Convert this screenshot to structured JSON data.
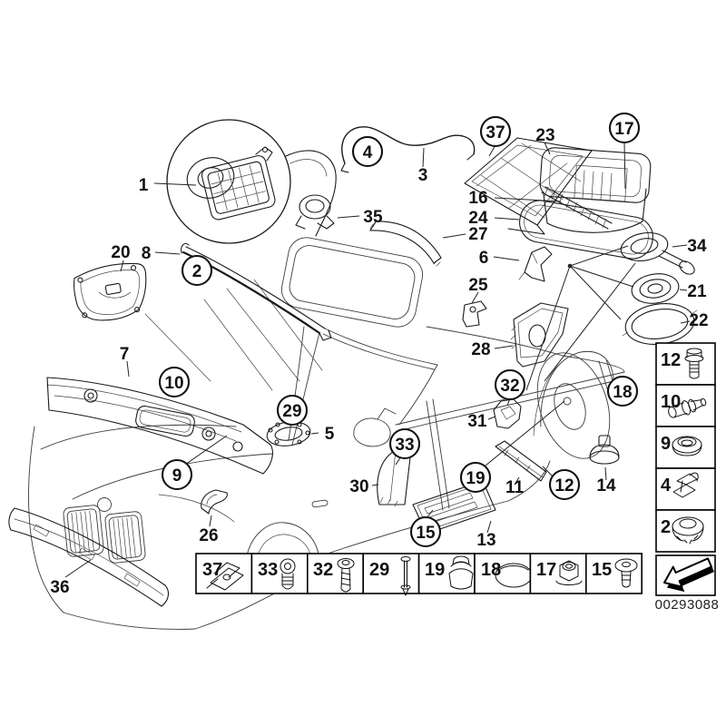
{
  "callouts": {
    "1": "1",
    "2": "2",
    "3": "3",
    "4": "4",
    "5": "5",
    "6": "6",
    "7": "7",
    "8": "8",
    "9": "9",
    "10": "10",
    "11": "11",
    "12": "12",
    "13": "13",
    "14": "14",
    "15": "15",
    "16": "16",
    "17": "17",
    "18": "18",
    "19": "19",
    "20": "20",
    "21": "21",
    "22": "22",
    "23": "23",
    "24": "24",
    "25": "25",
    "26": "26",
    "27": "27",
    "28": "28",
    "29": "29",
    "30": "30",
    "31": "31",
    "32": "32",
    "33": "33",
    "34": "34",
    "35": "35",
    "36": "36",
    "37": "37"
  },
  "bottom_strip": {
    "items": [
      {
        "label": "37",
        "icon": "sheet-metal-clip"
      },
      {
        "label": "33",
        "icon": "pan-head-screw"
      },
      {
        "label": "32",
        "icon": "washer-head-screw"
      },
      {
        "label": "29",
        "icon": "expansion-rivet-pin"
      },
      {
        "label": "19",
        "icon": "sealing-plug"
      },
      {
        "label": "18",
        "icon": "oval-cover-cap"
      },
      {
        "label": "17",
        "icon": "flange-nut"
      },
      {
        "label": "15",
        "icon": "flat-head-screw"
      }
    ]
  },
  "side_column": {
    "items": [
      {
        "label": "12",
        "icon": "hex-bolt"
      },
      {
        "label": "10",
        "icon": "drain-valve"
      },
      {
        "label": "9",
        "icon": "round-grommet"
      },
      {
        "label": "4",
        "icon": "spring-clip"
      },
      {
        "label": "2",
        "icon": "cap-grommet"
      }
    ]
  },
  "footer": {
    "document_number": "00293088",
    "arrow_icon": "direction-arrow"
  }
}
